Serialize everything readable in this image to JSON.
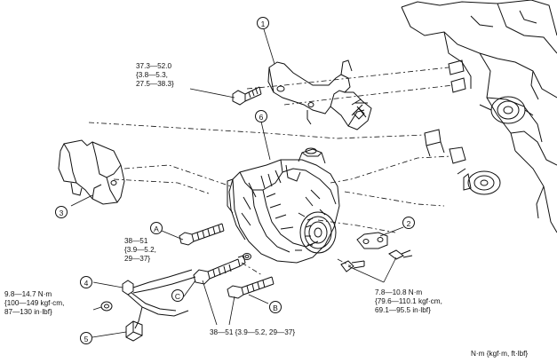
{
  "callouts": {
    "c1": "1",
    "c2": "2",
    "c3": "3",
    "c4": "4",
    "c5": "5",
    "c6": "6",
    "cA": "A",
    "cB": "B",
    "cC": "C"
  },
  "torques": {
    "bracket_bolt": {
      "l1": "37.3—52.0",
      "l2": "{3.8—5.3,",
      "l3": "27.5—38.3}"
    },
    "bolt_a": {
      "l1": "38—51",
      "l2": "{3.9—5.2,",
      "l3": "29—37}"
    },
    "terminal_nut": {
      "l1": "9.8—14.7 N·m",
      "l2": "{100—149 kgf·cm,",
      "l3": "87—130 in·lbf}"
    },
    "bracket_bolts_2": {
      "l1": "7.8—10.8 N·m",
      "l2": "{79.6—110.1 kgf·cm,",
      "l3": "69.1—95.5 in·lbf}"
    },
    "bolts_bc": "38—51 {3.9—5.2, 29—37}"
  },
  "units_note": "N·m {kgf·m, ft·lbf}"
}
